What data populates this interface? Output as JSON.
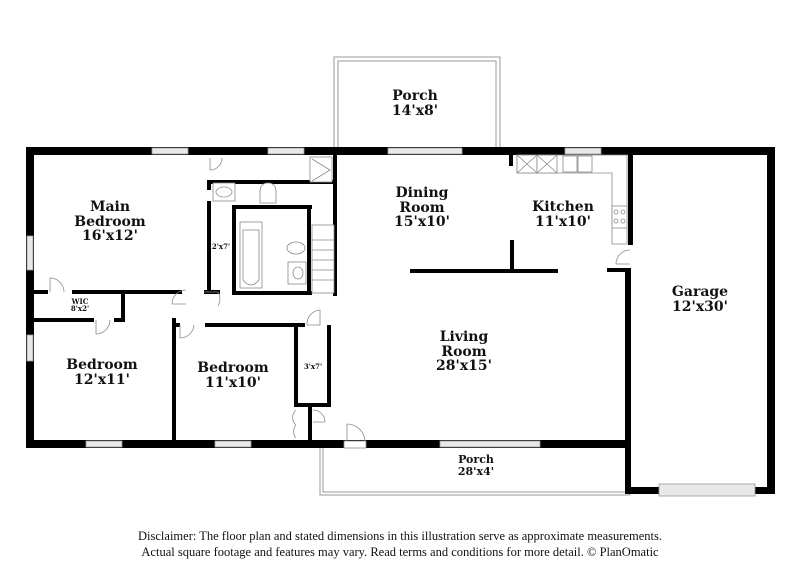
{
  "floor_plan": {
    "rooms": [
      {
        "id": "porch-back",
        "name": "Porch",
        "dims": "14'x8'"
      },
      {
        "id": "main-bedroom",
        "name_line1": "Main",
        "name_line2": "Bedroom",
        "dims": "16'x12'"
      },
      {
        "id": "dining-room",
        "name_line1": "Dining",
        "name_line2": "Room",
        "dims": "15'x10'"
      },
      {
        "id": "kitchen",
        "name": "Kitchen",
        "dims": "11'x10'"
      },
      {
        "id": "garage",
        "name": "Garage",
        "dims": "12'x30'"
      },
      {
        "id": "wic",
        "name": "WIC",
        "dims": "8'x2'"
      },
      {
        "id": "closet-hall",
        "dims": "2'x7'"
      },
      {
        "id": "bedroom-1",
        "name": "Bedroom",
        "dims": "12'x11'"
      },
      {
        "id": "bedroom-2",
        "name": "Bedroom",
        "dims": "11'x10'"
      },
      {
        "id": "closet-3x7",
        "dims": "3'x7'"
      },
      {
        "id": "living-room",
        "name_line1": "Living",
        "name_line2": "Room",
        "dims": "28'x15'"
      },
      {
        "id": "porch-front",
        "name": "Porch",
        "dims": "28'x4'"
      }
    ]
  },
  "disclaimer": {
    "line1": "Disclaimer: The floor plan and stated dimensions in this illustration serve as approximate measurements.",
    "line2": "Actual square footage and features may vary. Read terms and conditions for more detail. © PlanOmatic"
  }
}
